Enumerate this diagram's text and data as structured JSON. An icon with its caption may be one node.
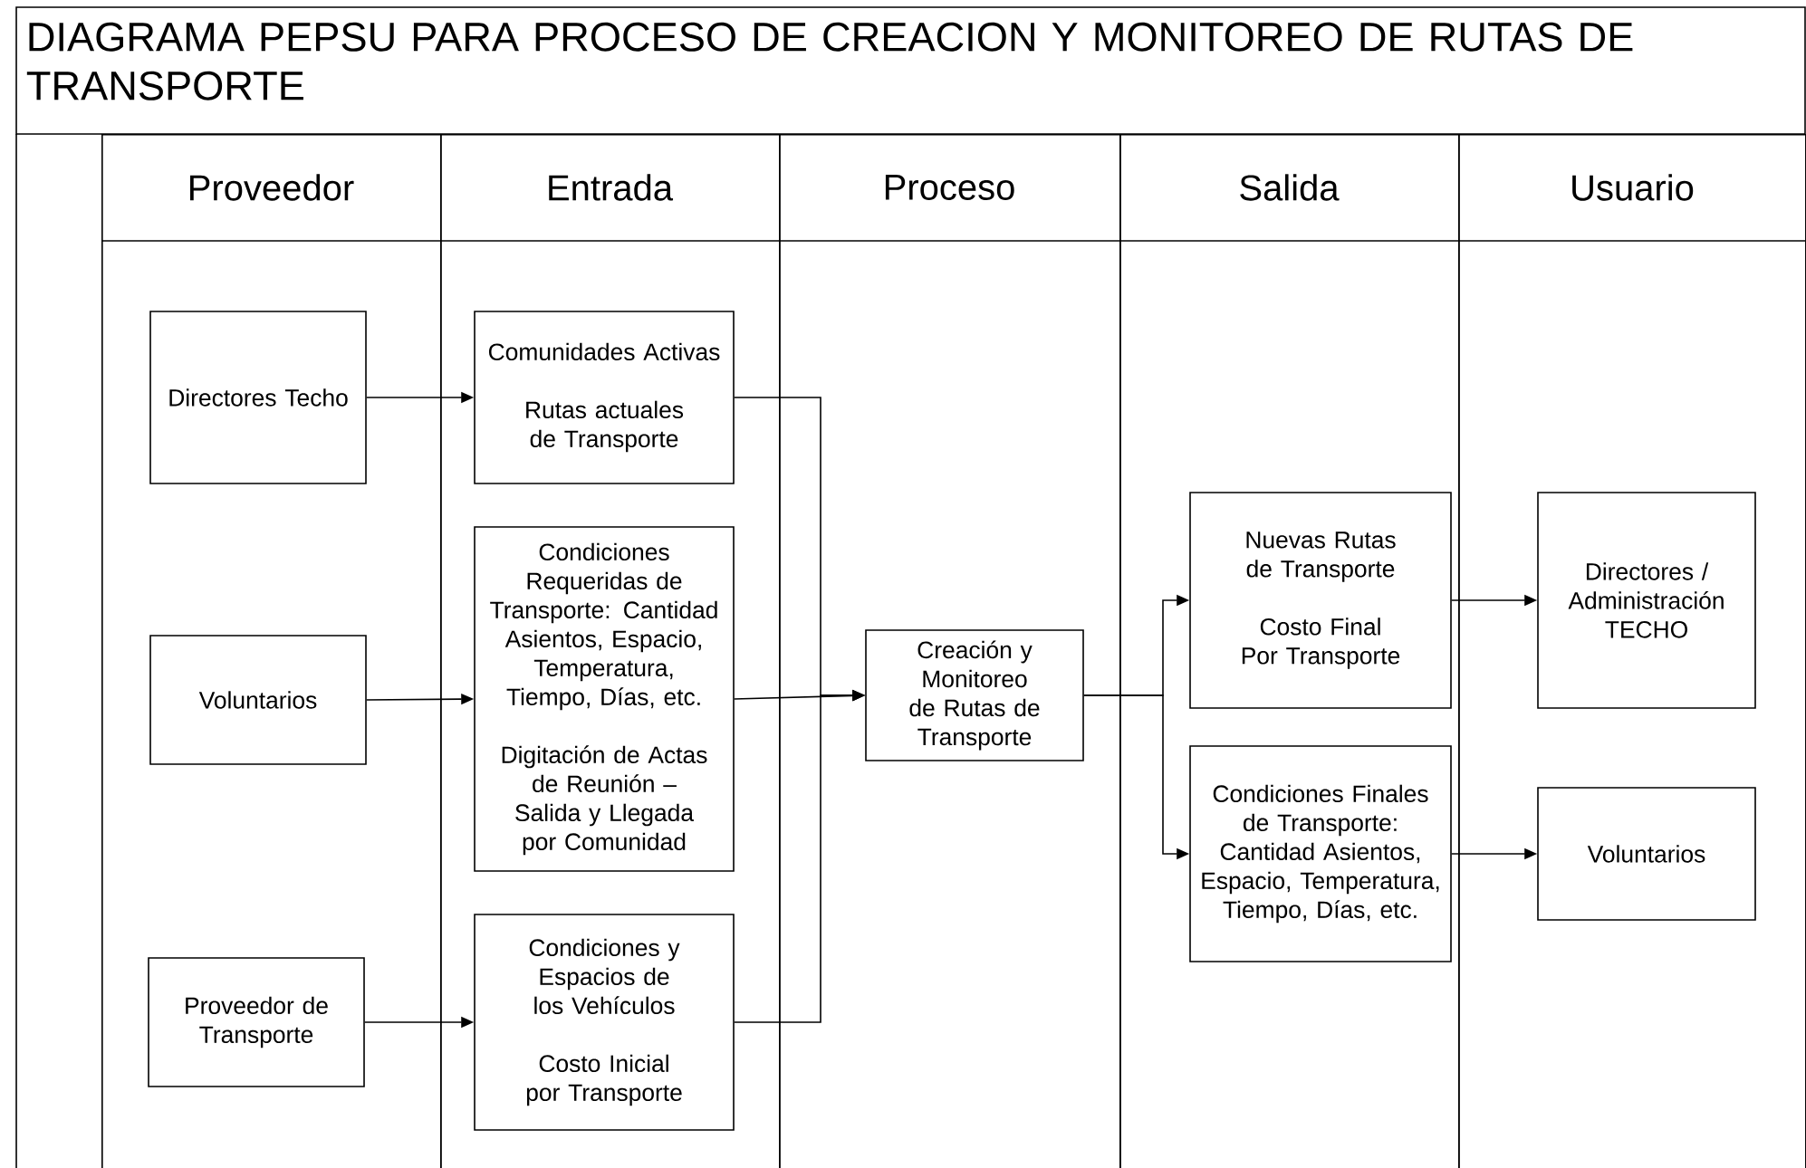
{
  "diagram": {
    "title": "DIAGRAMA PEPSU PARA PROCESO DE CREACION Y MONITOREO DE RUTAS DE TRANSPORTE",
    "nodes": [
      {
        "text": [
          "Proveedor"
        ]
      },
      {
        "text": [
          "Entrada"
        ]
      },
      {
        "text": [
          "Proceso"
        ]
      },
      {
        "text": [
          "Salida"
        ]
      },
      {
        "text": [
          "Usuario"
        ]
      },
      {
        "text": [
          "Directores Techo"
        ],
        "in": 0
      },
      {
        "text": [
          "Voluntarios"
        ],
        "in": 0
      },
      {
        "text": [
          "Proveedor de Transporte"
        ],
        "in": 0
      },
      {
        "text": [
          "Comunidades Activas",
          "Rutas actuales de Transporte"
        ],
        "in": 1
      },
      {
        "text": [
          "Condiciones Requeridas de Transporte: Cantidad Asientos, Espacio, Temperatura, Tiempo, Días, etc.",
          "Digitación de Actas de Reunión – Salida y Llegada por Comunidad"
        ],
        "in": 1
      },
      {
        "text": [
          "Condiciones y Espacios de los Vehículos",
          "Costo Inicial por Transporte"
        ],
        "in": 1
      },
      {
        "text": [
          "Creación y Monitoreo de Rutas de Transporte"
        ],
        "in": 2
      },
      {
        "text": [
          "Nuevas Rutas de Transporte",
          "Costo Final Por Transporte"
        ],
        "in": 3
      },
      {
        "text": [
          "Condiciones Finales de Transporte: Cantidad Asientos, Espacio, Temperatura, Tiempo, Días, etc."
        ],
        "in": 3
      },
      {
        "text": [
          "Directores / Administración TECHO"
        ],
        "in": 4
      },
      {
        "text": [
          "Voluntarios"
        ],
        "in": 4
      }
    ],
    "edges": [
      {
        "from": 5,
        "to": 8,
        "arrow": "to"
      },
      {
        "from": 6,
        "to": 9,
        "arrow": "to"
      },
      {
        "from": 7,
        "to": 10,
        "arrow": "to"
      },
      {
        "from": 8,
        "to": 11,
        "arrow": "to"
      },
      {
        "from": 9,
        "to": 11,
        "arrow": "to"
      },
      {
        "from": 10,
        "to": 11,
        "arrow": "to"
      },
      {
        "from": 11,
        "to": 12,
        "arrow": "to"
      },
      {
        "from": 11,
        "to": 13,
        "arrow": "to"
      },
      {
        "from": 12,
        "to": 14,
        "arrow": "to"
      },
      {
        "from": 13,
        "to": 15,
        "arrow": "to"
      }
    ]
  }
}
